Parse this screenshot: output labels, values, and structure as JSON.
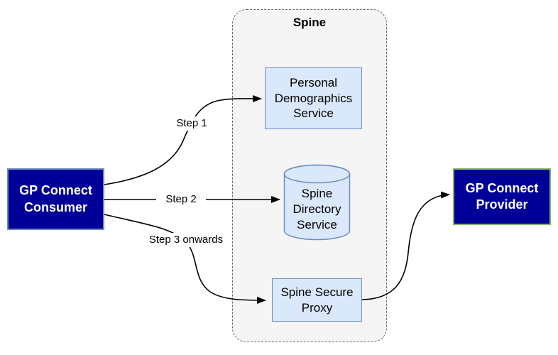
{
  "diagram": {
    "container_title": "Spine",
    "nodes": {
      "consumer": {
        "label": "GP Connect Consumer"
      },
      "pds": {
        "label": "Personal Demographics Service"
      },
      "sds": {
        "label": "Spine Directory Service",
        "shape": "cylinder"
      },
      "ssp": {
        "label": "Spine Secure Proxy"
      },
      "provider": {
        "label": "GP Connect Provider"
      }
    },
    "edges": [
      {
        "label": "Step 1",
        "from": "GP Connect Consumer",
        "to": "Personal Demographics Service"
      },
      {
        "label": "Step 2",
        "from": "GP Connect Consumer",
        "to": "Spine Directory Service"
      },
      {
        "label": "Step 3 onwards",
        "from": "GP Connect Consumer",
        "to": "Spine Secure Proxy"
      },
      {
        "label": "",
        "from": "Spine Secure Proxy",
        "to": "GP Connect Provider"
      }
    ],
    "colors": {
      "primary_node_fill": "#000099",
      "primary_node_border_blue": "#6c8ebf",
      "provider_border_green": "#82b366",
      "service_fill": "#dae8fc",
      "service_border": "#6c8ebf",
      "container_fill": "#f5f5f5",
      "container_border": "#666666",
      "edge": "#000000"
    }
  }
}
